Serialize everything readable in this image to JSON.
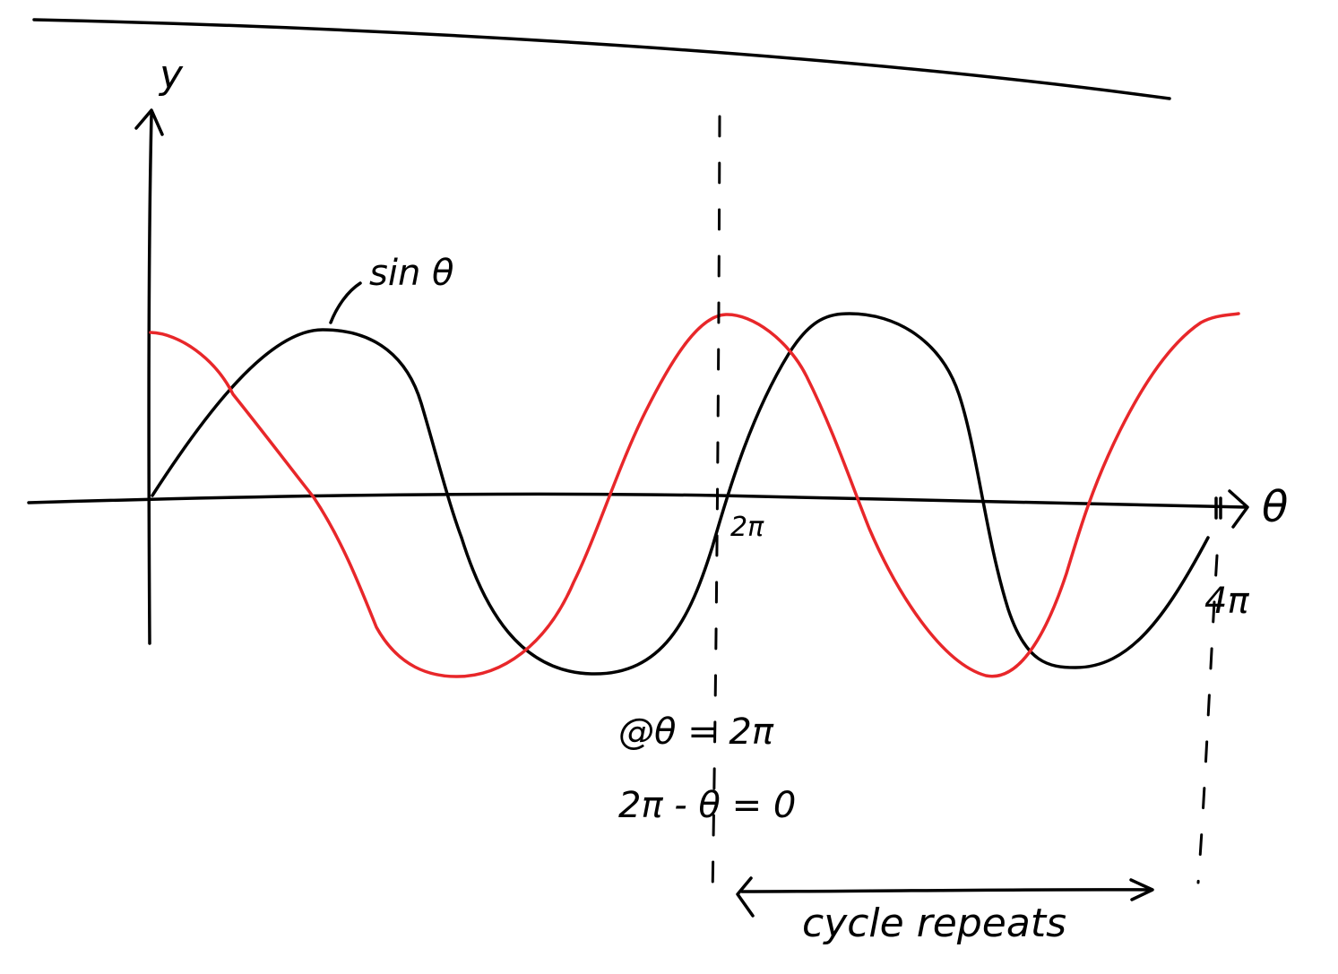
{
  "labels": {
    "y_axis": "y",
    "theta_axis": "θ",
    "curve_label": "sin θ",
    "tick_2pi": "2π",
    "tick_4pi": "4π",
    "note_line1": "@θ = 2π",
    "note_line2": "2π - θ = 0",
    "cycle_text": "cycle repeats"
  },
  "colors": {
    "ink": "#000000",
    "red_curve": "#e8272a",
    "background": "#ffffff"
  }
}
